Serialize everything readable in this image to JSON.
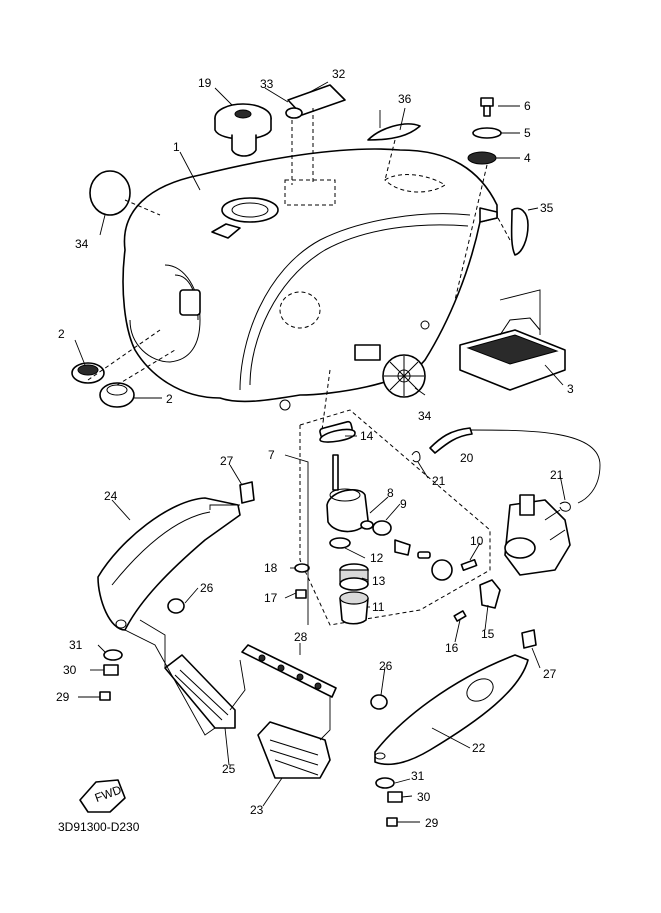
{
  "diagram": {
    "code": "3D91300-D230",
    "fwd_label": "FWD",
    "callouts": {
      "c1": "1",
      "c2a": "2",
      "c2b": "2",
      "c3": "3",
      "c4": "4",
      "c5": "5",
      "c6": "6",
      "c7": "7",
      "c8": "8",
      "c9": "9",
      "c10": "10",
      "c11": "11",
      "c12": "12",
      "c13": "13",
      "c14": "14",
      "c15": "15",
      "c16": "16",
      "c17": "17",
      "c18": "18",
      "c19": "19",
      "c20": "20",
      "c21a": "21",
      "c21b": "21",
      "c22": "22",
      "c23": "23",
      "c24": "24",
      "c25": "25",
      "c26a": "26",
      "c26b": "26",
      "c27a": "27",
      "c27b": "27",
      "c28": "28",
      "c29a": "29",
      "c29b": "29",
      "c30a": "30",
      "c30b": "30",
      "c31a": "31",
      "c31b": "31",
      "c32": "32",
      "c33": "33",
      "c34a": "34",
      "c34b": "34",
      "c35": "35",
      "c36": "36"
    }
  }
}
